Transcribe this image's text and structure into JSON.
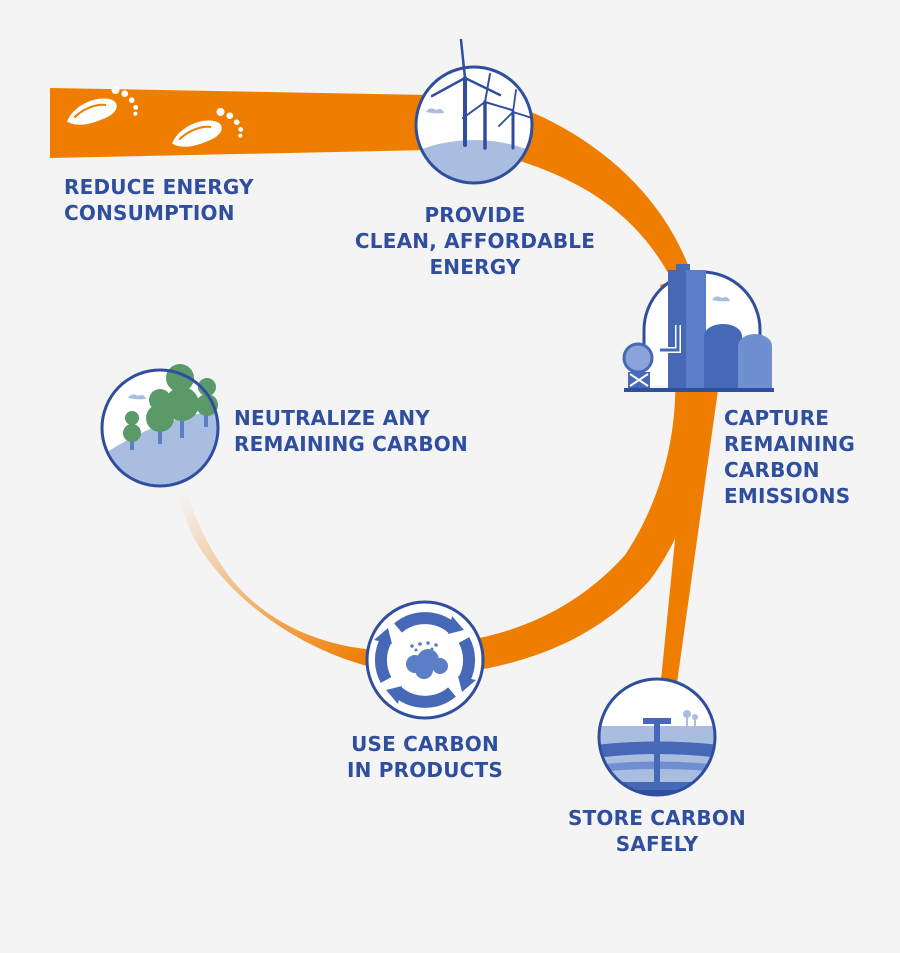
{
  "colors": {
    "background": "#f4f4f4",
    "orange": "#ef7d00",
    "blue_dark": "#2f4f9e",
    "blue_light": "#a9bde0",
    "green": "#5a9a68"
  },
  "steps": {
    "reduce": {
      "line1": "REDUCE ENERGY",
      "line2": "CONSUMPTION",
      "icon": "footprints-icon"
    },
    "provide": {
      "line1": "PROVIDE",
      "line2": "CLEAN, AFFORDABLE",
      "line3": "ENERGY",
      "icon": "wind-turbines-icon"
    },
    "capture": {
      "line1": "CAPTURE",
      "line2": "REMAINING",
      "line3": "CARBON",
      "line4": "EMISSIONS",
      "icon": "industrial-plant-icon"
    },
    "store": {
      "line1": "STORE CARBON",
      "line2": "SAFELY",
      "icon": "underground-storage-icon"
    },
    "use": {
      "line1": "USE CARBON",
      "line2": "IN PRODUCTS",
      "icon": "recycle-arrows-icon"
    },
    "neutralize": {
      "line1": "NEUTRALIZE ANY",
      "line2": "REMAINING CARBON",
      "icon": "trees-icon"
    }
  }
}
